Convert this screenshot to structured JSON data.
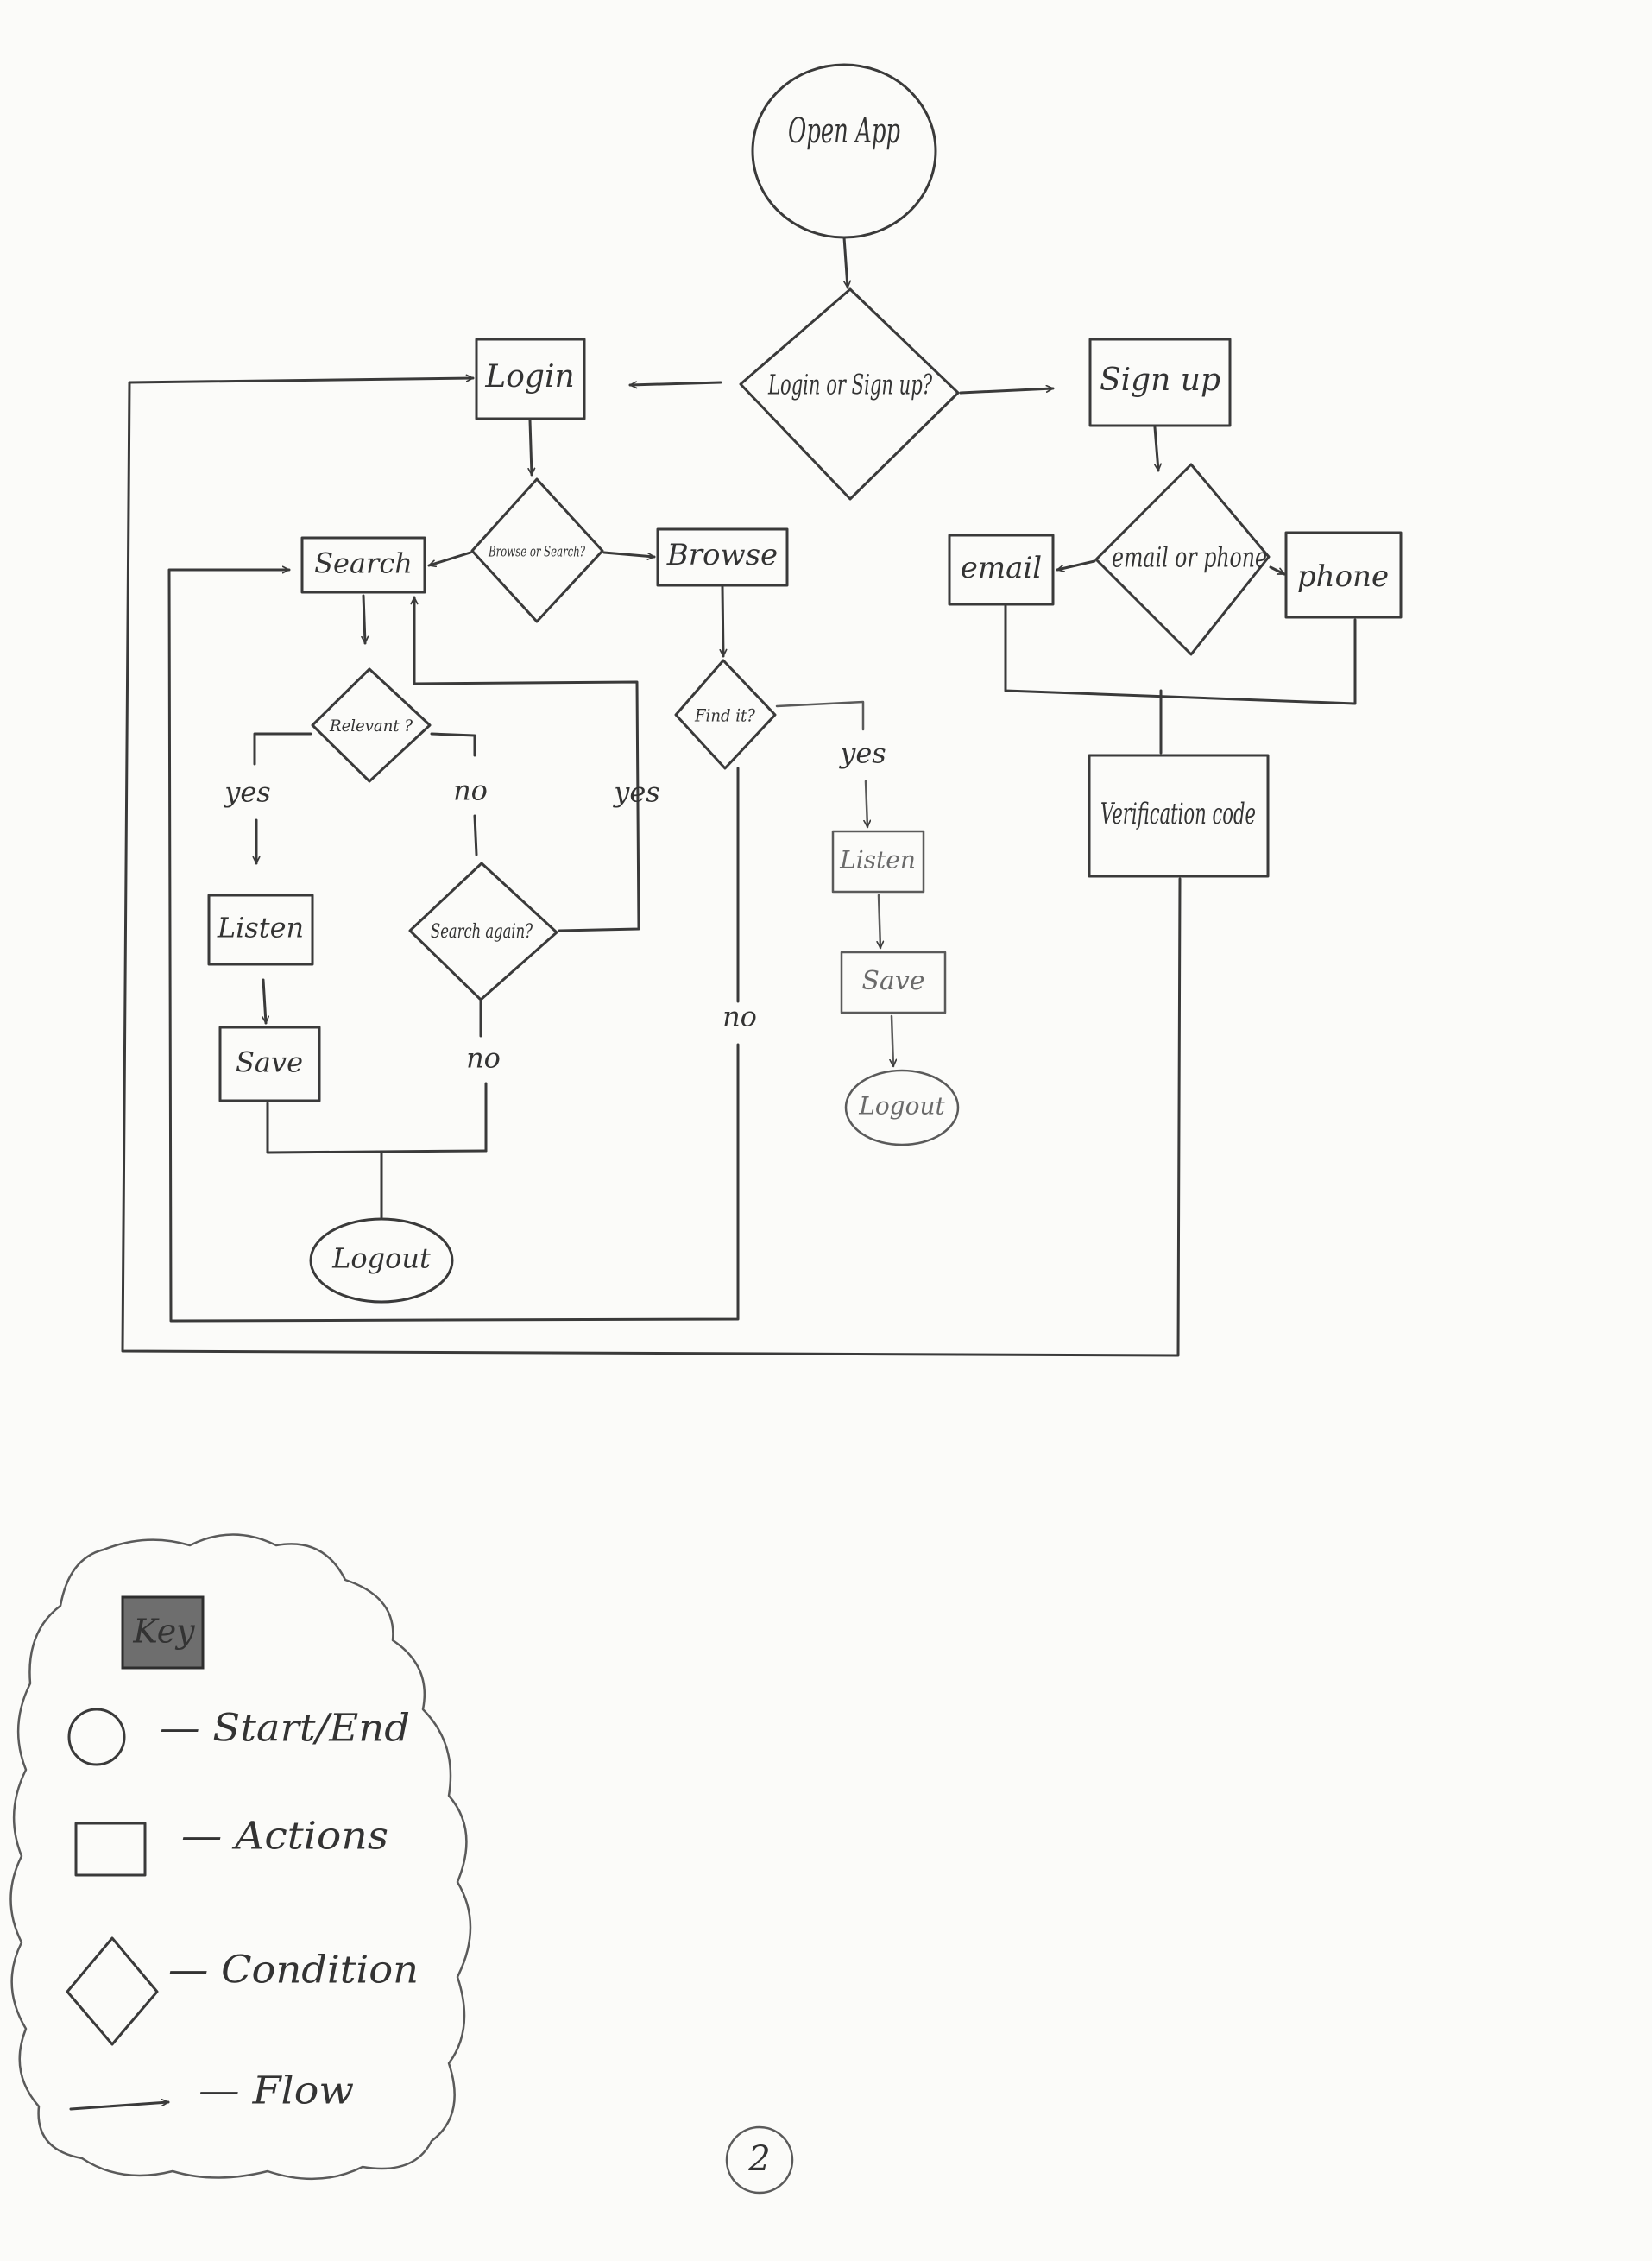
{
  "diagram": {
    "nodes": {
      "open_app": "Open App",
      "login_or_signup": "Login or Sign up?",
      "login": "Login",
      "sign_up": "Sign up",
      "browse_or_search": "Browse or Search?",
      "search": "Search",
      "browse": "Browse",
      "relevant": "Relevant ?",
      "find_it": "Find it?",
      "email_or_phone": "email or phone",
      "email": "email",
      "phone": "phone",
      "verification_code": "Verification code",
      "search_again": "Search again?",
      "listen_left": "Listen",
      "save_left": "Save",
      "logout_left": "Logout",
      "listen_right": "Listen",
      "save_right": "Save",
      "logout_right": "Logout"
    },
    "edge_labels": {
      "relevant_yes": "yes",
      "relevant_no": "no",
      "search_again_yes": "yes",
      "search_again_no": "no",
      "find_it_yes": "yes",
      "find_it_no": "no"
    }
  },
  "key": {
    "title": "Key",
    "items": [
      {
        "symbol": "circle",
        "label": "— Start/End"
      },
      {
        "symbol": "rectangle",
        "label": "— Actions"
      },
      {
        "symbol": "diamond",
        "label": "— Condition"
      },
      {
        "symbol": "arrow",
        "label": "— Flow"
      }
    ]
  },
  "page_number": "2"
}
